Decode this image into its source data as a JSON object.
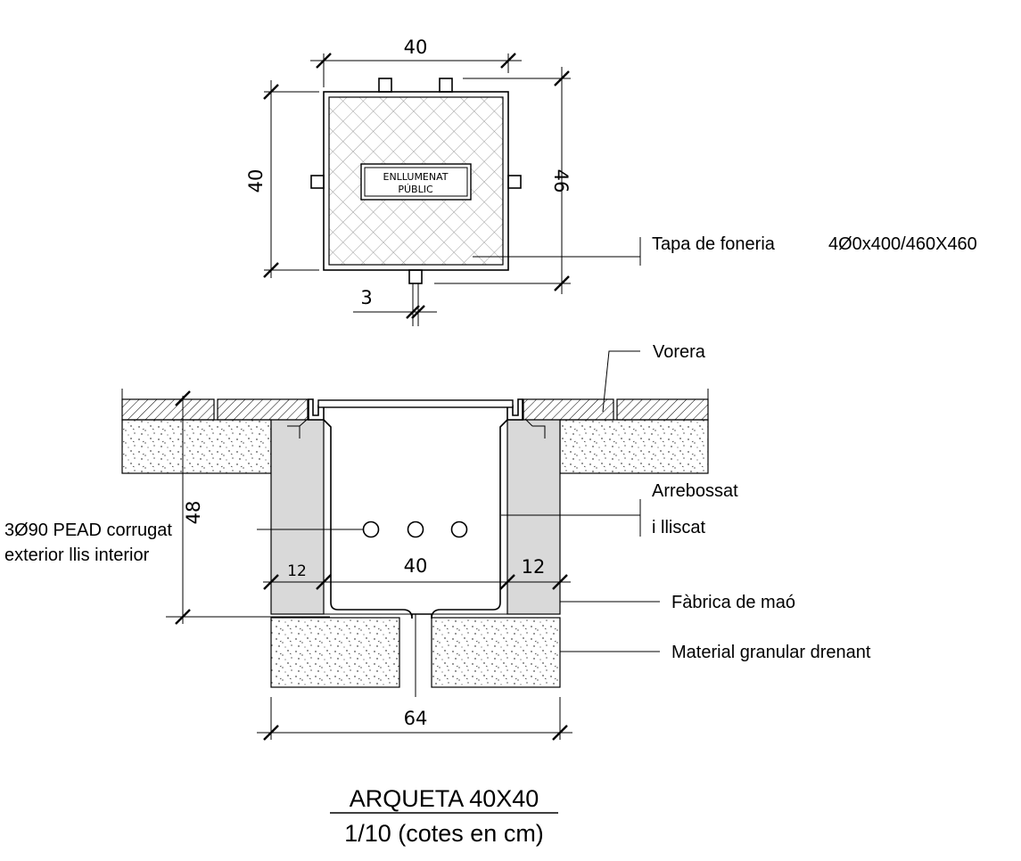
{
  "plan": {
    "dim_top": "40",
    "dim_left": "40",
    "dim_right": "46",
    "dim_bottom": "3",
    "cover_label_line1": "ENLLUMENAT",
    "cover_label_line2": "PÚBLIC"
  },
  "callouts": {
    "tapa": "Tapa de foneria",
    "tapa_spec": "4Ø0x400/460X460",
    "vorera": "Vorera",
    "arrebossat_line1": "Arrebossat",
    "arrebossat_line2": "i  lliscat",
    "pipes_line1": "3Ø90 PEAD corrugat",
    "pipes_line2": "exterior llis interior",
    "fabrica": "Fàbrica de maó",
    "material": "Material granular drenant"
  },
  "section": {
    "dim_height": "48",
    "dim_wall_left": "12",
    "dim_inner": "40",
    "dim_wall_right": "12",
    "dim_total": "64"
  },
  "title": {
    "main": "ARQUETA 40X40",
    "scale": "1/10 (cotes en cm)"
  }
}
